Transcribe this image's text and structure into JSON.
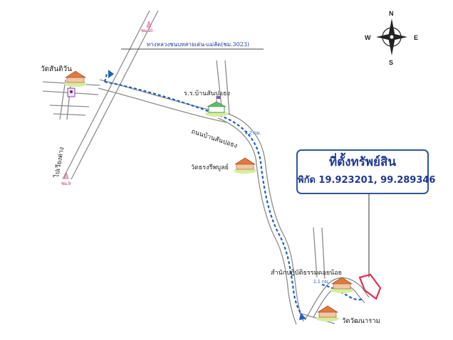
{
  "map": {
    "highway_label": "ทางหลวงชนบทสายเด่น-แม่ลัด(ชม.3023)",
    "route_top": "ชม.10",
    "route_bottom": "ชม.9",
    "to_direction": "ไปเวียงด่าง",
    "temple_left": "วัดสันติวัน",
    "school": "ร.ร.บ้านสันปอธง",
    "road_name": "ถนนบ้านสันปอธง",
    "distance_main": "4.2 กม.",
    "temple_middle": "วัดธรงรีพบูลย์",
    "retreat": "สำนักปฏิบัติธรรมดอยน้อย",
    "distance_short": "1.1 กม.",
    "temple_bottom": "วัดวัฒนาราม"
  },
  "property": {
    "title": "ที่ตั้งทรัพย์สิน",
    "coords": "พิกัด 19.923201, 99.289346"
  },
  "compass": {
    "n": "N",
    "s": "S",
    "e": "E",
    "w": "W"
  },
  "colors": {
    "road_outline": "#8c8c8c",
    "route_dashed": "#1f5fbf",
    "property_outline": "#e0304f",
    "callout_border": "#2f5597"
  }
}
